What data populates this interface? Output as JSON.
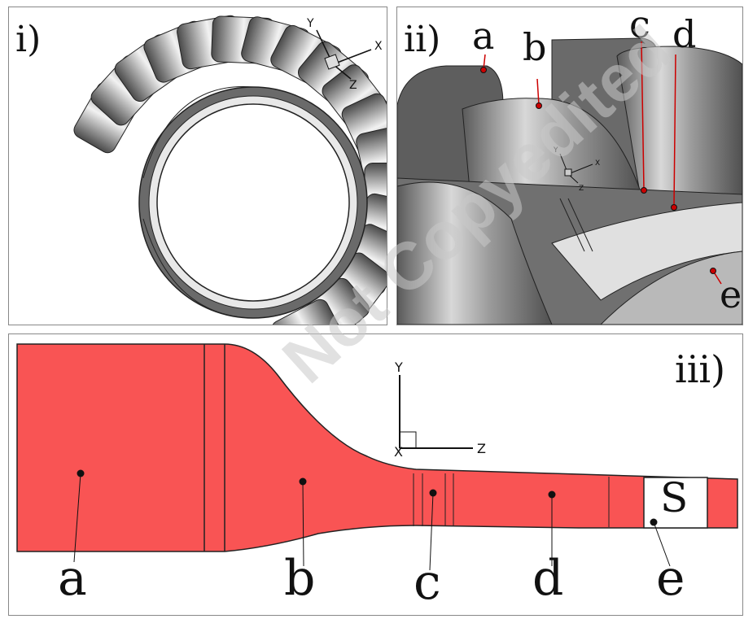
{
  "panels": {
    "p1": {
      "label": "i)",
      "axes": {
        "x": "X",
        "y": "Y",
        "z": "Z"
      }
    },
    "p2": {
      "label": "ii)",
      "axes": {
        "x": "X",
        "y": "Y",
        "z": "Z"
      },
      "callouts": [
        "a",
        "b",
        "c",
        "d",
        "e"
      ]
    },
    "p3": {
      "label": "iii)",
      "axes": {
        "x": "X",
        "y": "Y",
        "z": "Z"
      },
      "regions": [
        "a",
        "b",
        "c",
        "d",
        "e"
      ],
      "box_label": "S"
    }
  },
  "colors": {
    "fill": "#f95454",
    "metal_dark": "#5e5e5e",
    "metal_light": "#d9d9d9"
  },
  "watermark": "Not Copyedited"
}
